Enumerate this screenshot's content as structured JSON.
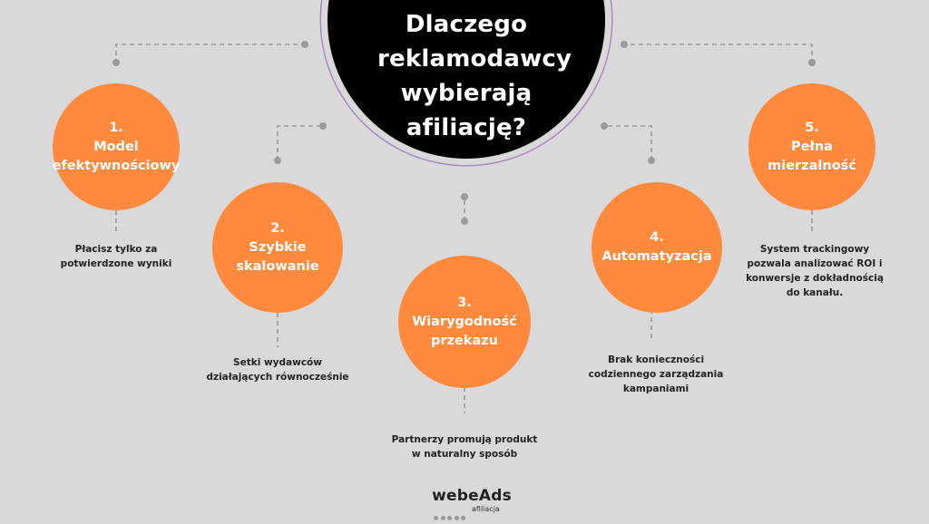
{
  "hub": {
    "title_lines": [
      "Dlaczego",
      "reklamodawcy",
      "wybierają",
      "afiliację?"
    ]
  },
  "reasons": [
    {
      "number": "1.",
      "title_lines": [
        "Model",
        "efektywnościowy"
      ],
      "description_lines": [
        "Płacisz tylko za",
        "potwierdzone wyniki"
      ]
    },
    {
      "number": "2.",
      "title_lines": [
        "Szybkie",
        "skalowanie"
      ],
      "description_lines": [
        "Setki wydawców",
        "działających równocześnie"
      ]
    },
    {
      "number": "3.",
      "title_lines": [
        "Wiarygodność",
        "przekazu"
      ],
      "description_lines": [
        "Partnerzy promują produkt",
        "w naturalny sposób"
      ]
    },
    {
      "number": "4.",
      "title_lines": [
        "Automatyzacja"
      ],
      "description_lines": [
        "Brak konieczności",
        "codziennego zarządzania",
        "kampaniami"
      ]
    },
    {
      "number": "5.",
      "title_lines": [
        "Pełna",
        "mierzalność"
      ],
      "description_lines": [
        "System trackingowy",
        "pozwala analizować ROI i",
        "konwersje z dokładnością",
        "do kanału."
      ]
    }
  ],
  "brand": {
    "name": "webeAds",
    "tagline": "afiliacja"
  },
  "colors": {
    "background": "#d9d9d9",
    "hub_fill": "#000000",
    "hub_ring": "#a88bbf",
    "node_fill": "#ff8a3d",
    "connector": "#9a9a9a",
    "text_dark": "#222222"
  }
}
